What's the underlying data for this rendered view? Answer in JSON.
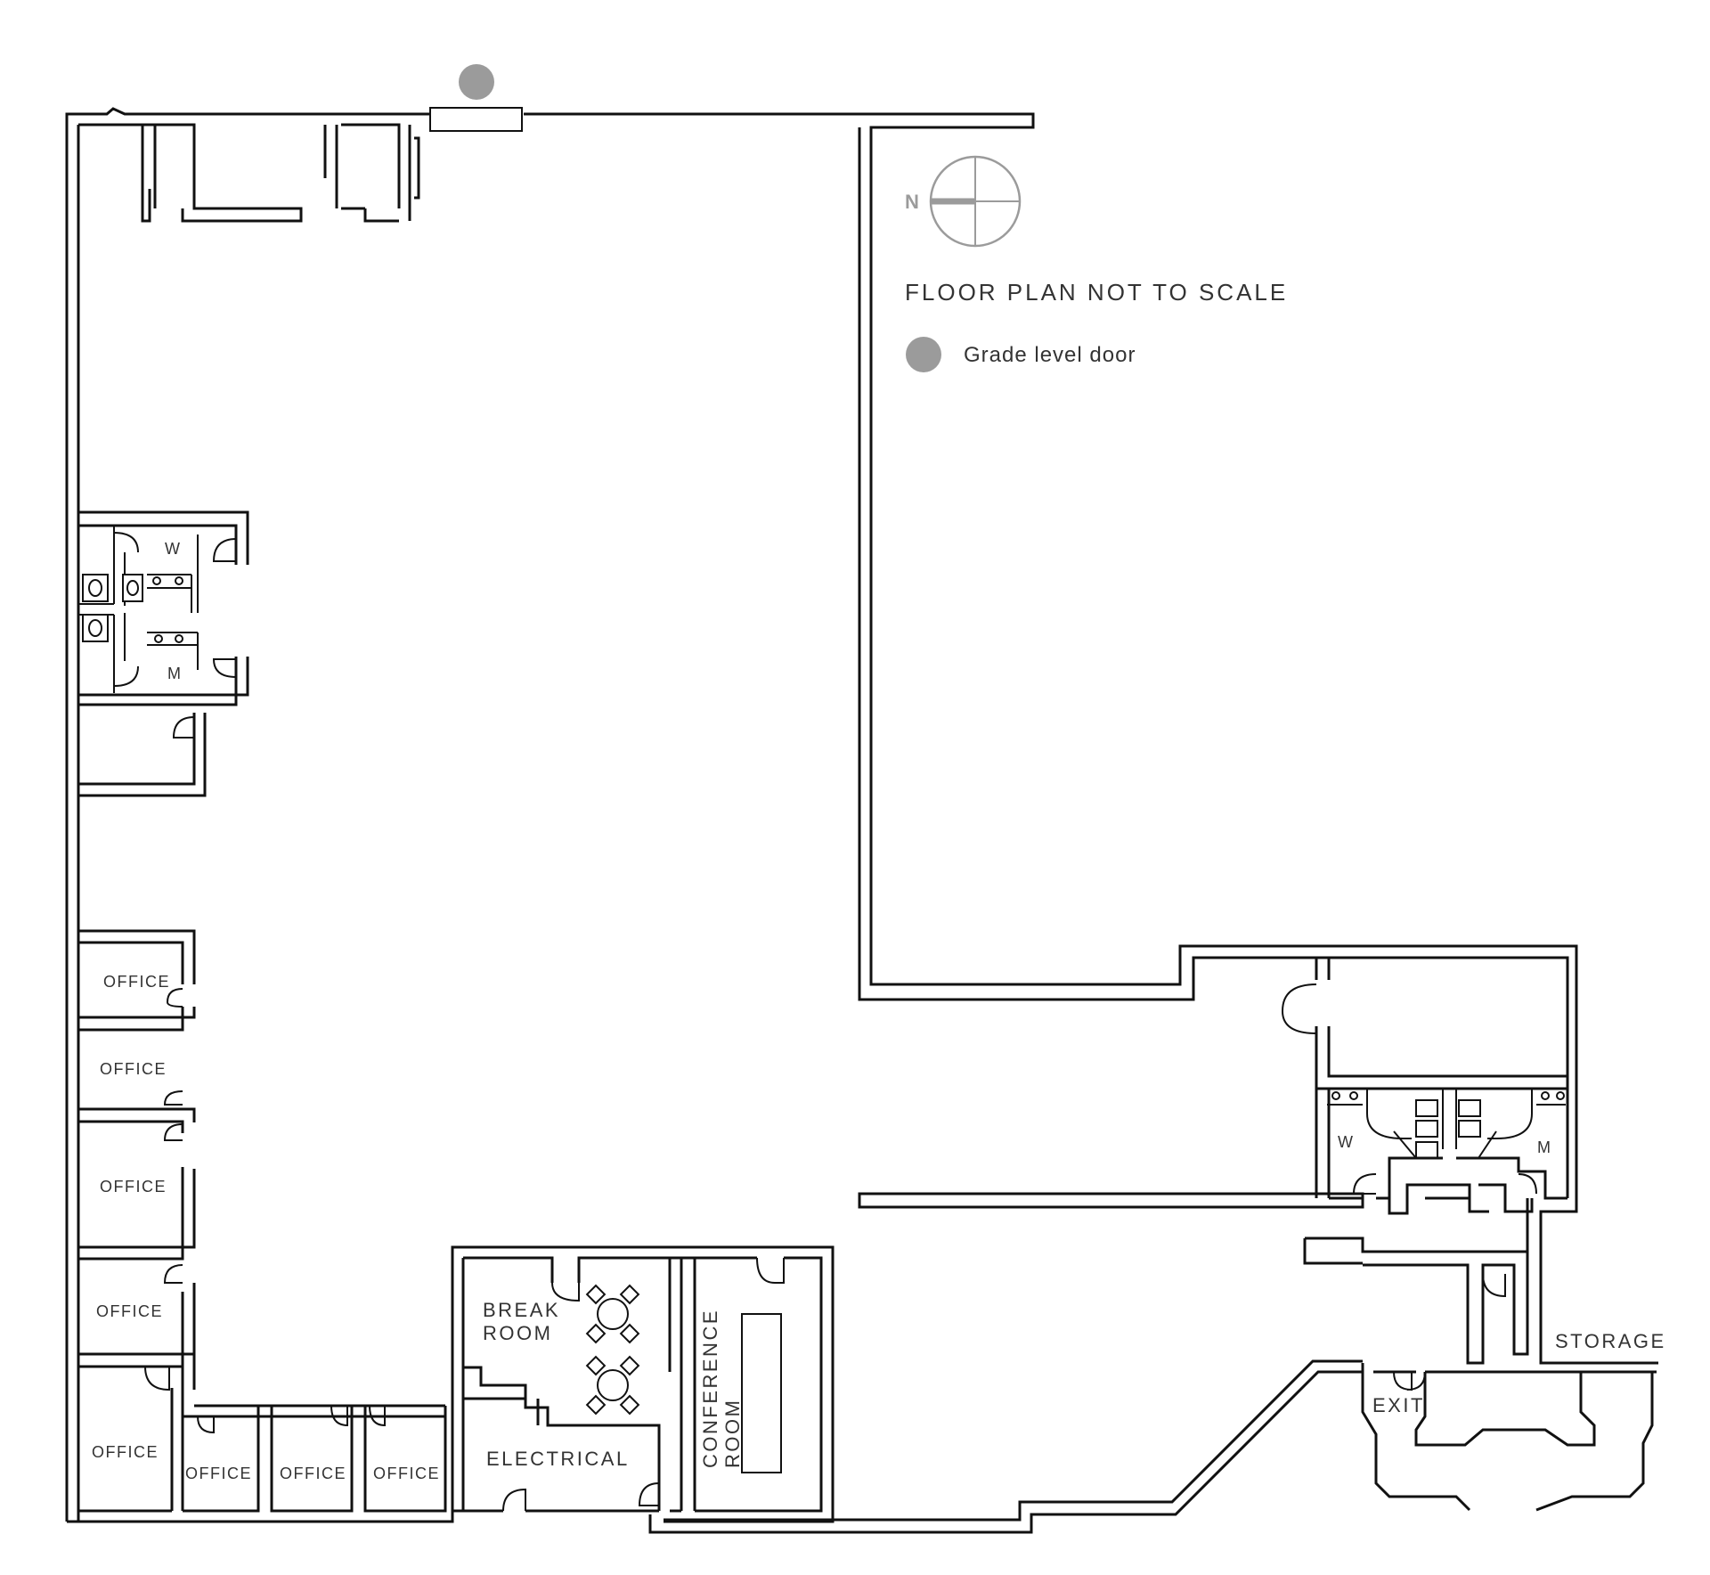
{
  "legend": {
    "compass_letter": "N",
    "title": "FLOOR PLAN NOT TO SCALE",
    "grade_door_label": "Grade level door",
    "marker_color": "#9b9b9b"
  },
  "rooms": {
    "office": "OFFICE",
    "restroom_women": "W",
    "restroom_men": "M",
    "break_room_line1": "BREAK",
    "break_room_line2": "ROOM",
    "electrical": "ELECTRICAL",
    "conference_line1": "CONFERENCE",
    "conference_line2": "ROOM",
    "exit": "EXIT",
    "storage": "STORAGE"
  }
}
